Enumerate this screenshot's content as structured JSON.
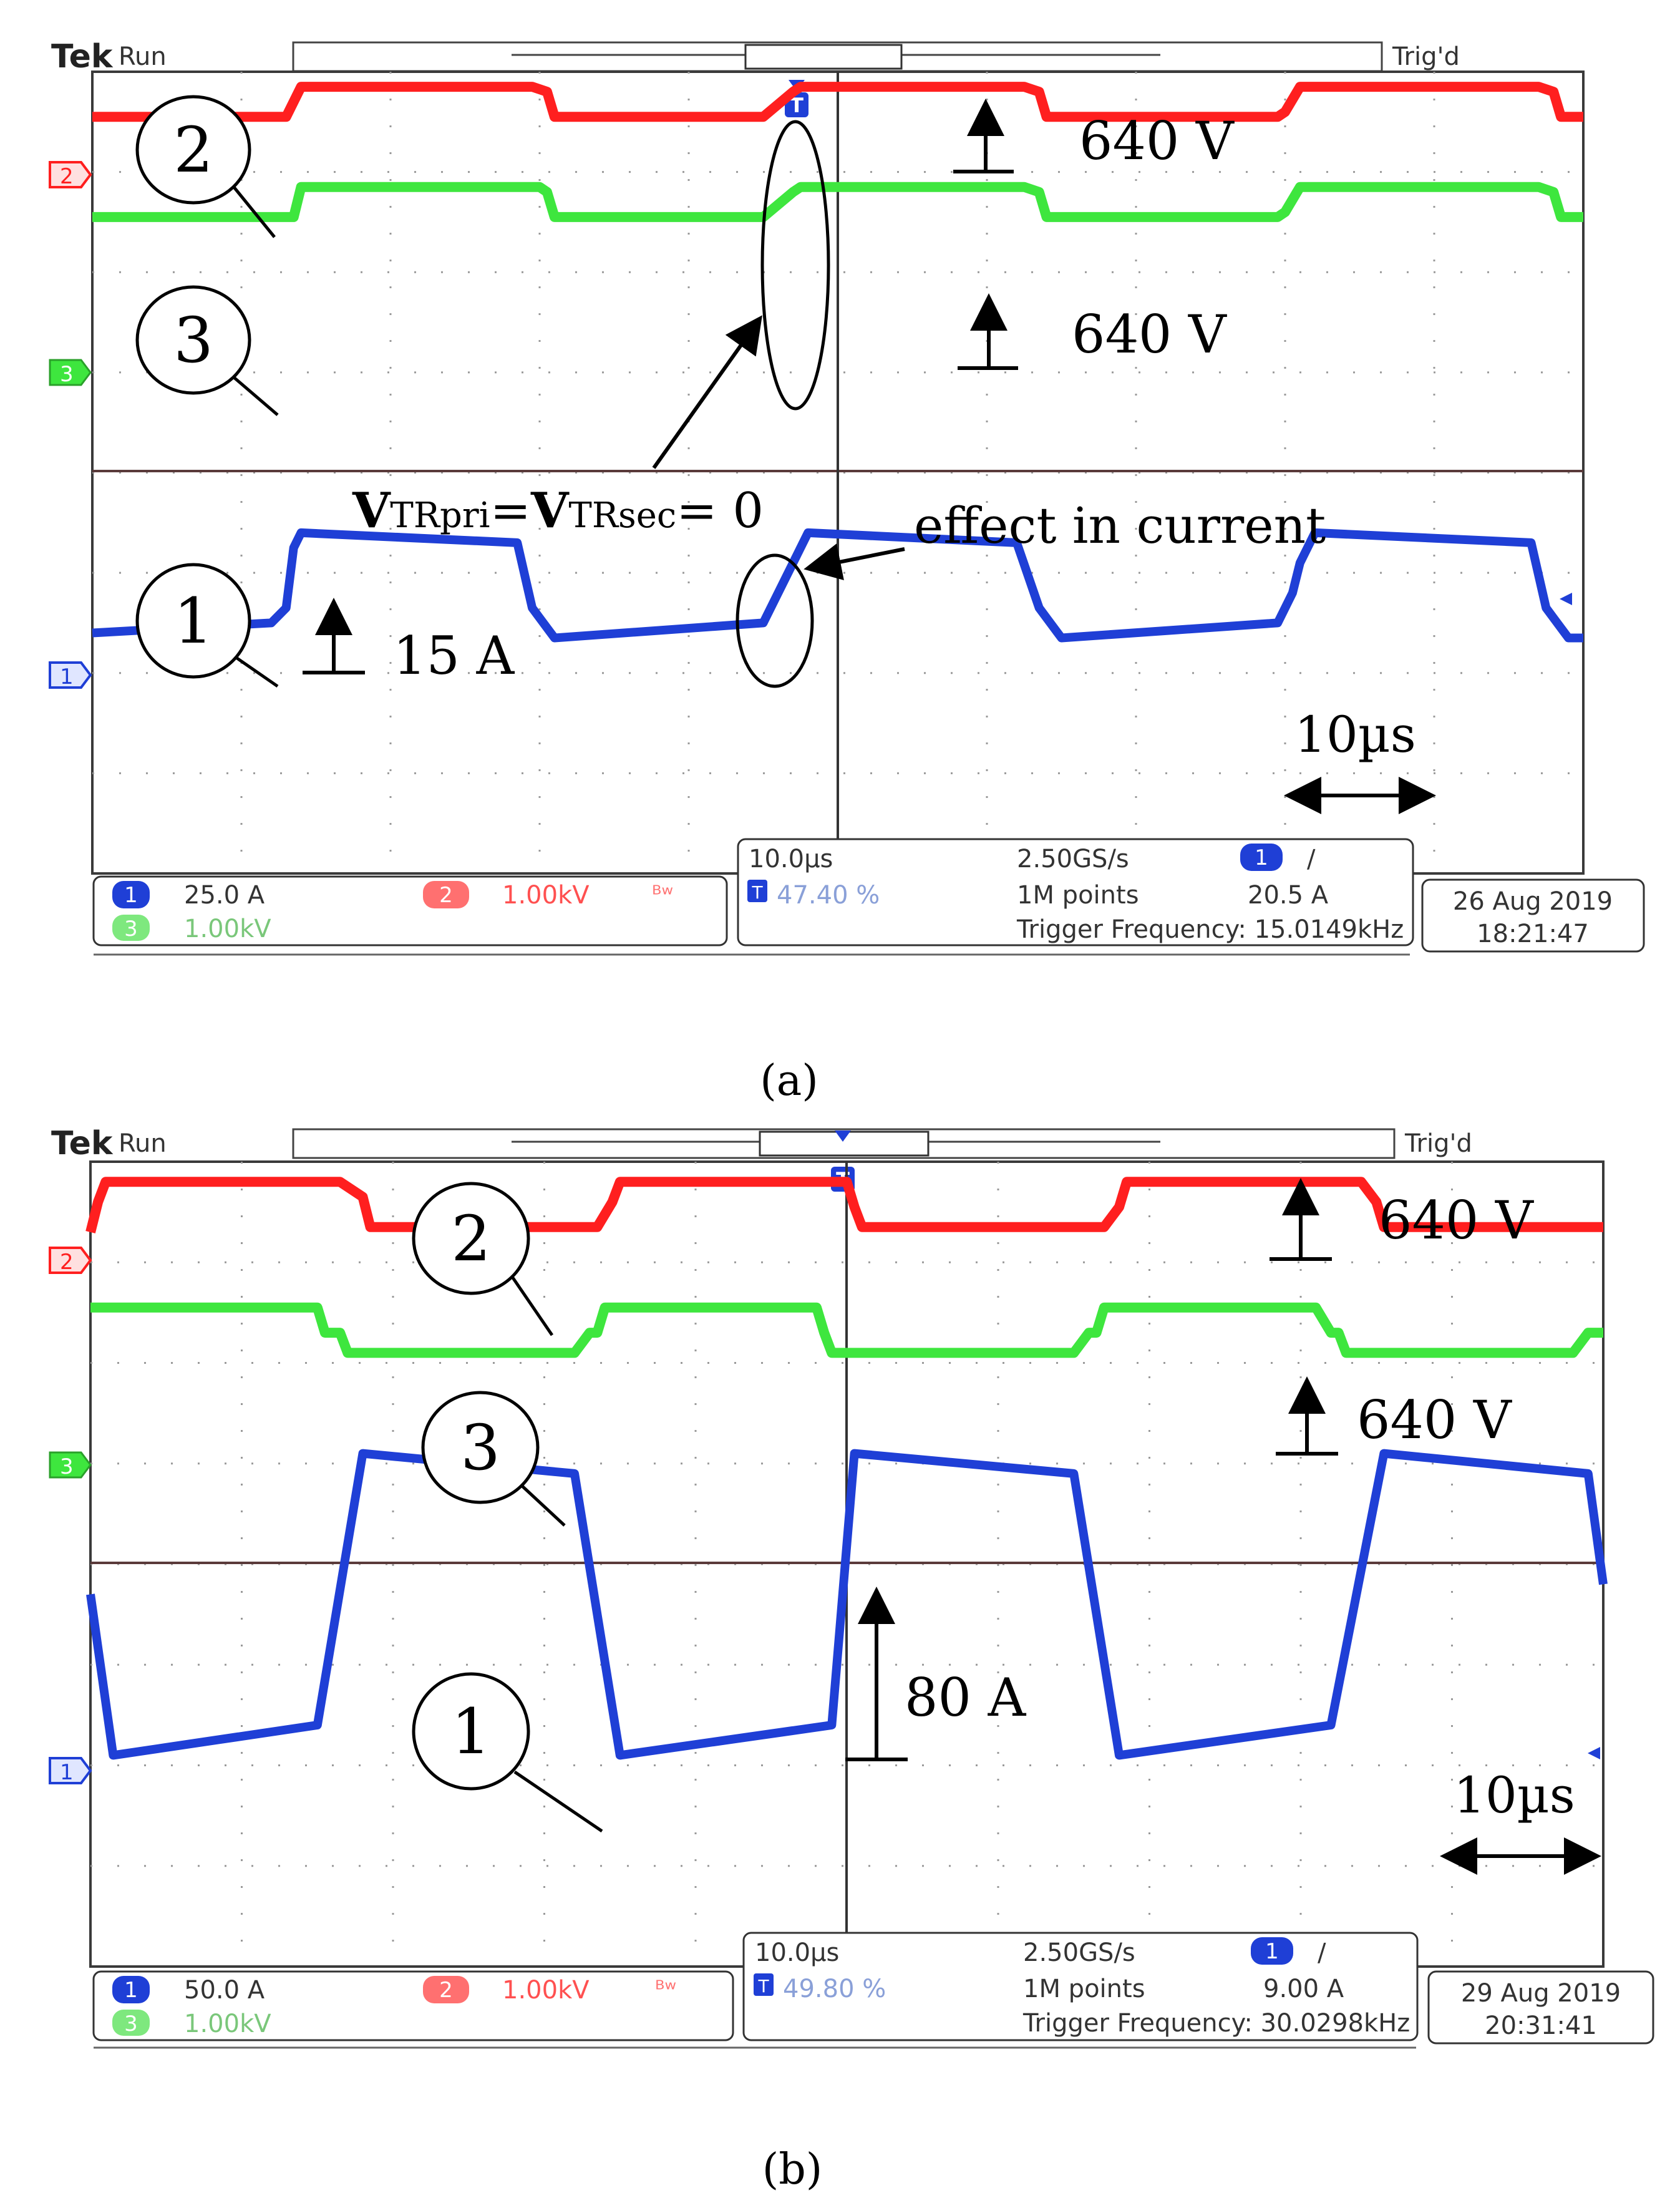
{
  "colors": {
    "ch1": "#1f3fd6",
    "ch2": "#ff1f1f",
    "ch3": "#3ee63e",
    "grid": "#9a9a9a",
    "border": "#3a3a3a",
    "panel": "#333333"
  },
  "chart_data": [
    {
      "type": "line",
      "caption": "(a)",
      "header": {
        "brand": "Tek",
        "mode": "Run",
        "trig_state": "Trig'd"
      },
      "x_divisions": 10,
      "y_divisions": 8,
      "series": [
        {
          "channel": "2",
          "marker": "2",
          "x": [
            0,
            1.2,
            1.3,
            1.4,
            1.45,
            2.85,
            2.95,
            3.05,
            3.1,
            4.5,
            4.7,
            4.75,
            4.8,
            4.9,
            4.95,
            6.25,
            6.35,
            6.4,
            6.55,
            6.65,
            7.95,
            8.0,
            8.1,
            8.2,
            8.3,
            9.7,
            9.8,
            9.85,
            9.9,
            10
          ],
          "y": [
            3.55,
            3.55,
            3.55,
            3.85,
            3.85,
            3.85,
            3.85,
            3.8,
            3.55,
            3.55,
            3.8,
            3.85,
            3.85,
            3.85,
            3.85,
            3.85,
            3.8,
            3.55,
            3.55,
            3.55,
            3.55,
            3.6,
            3.85,
            3.85,
            3.85,
            3.85,
            3.8,
            3.55,
            3.55,
            3.55
          ]
        },
        {
          "channel": "3",
          "marker": "3",
          "x": [
            0,
            1.25,
            1.35,
            1.4,
            1.45,
            2.9,
            3.0,
            3.05,
            3.1,
            4.5,
            4.7,
            4.75,
            4.8,
            4.95,
            5.0,
            6.25,
            6.35,
            6.4,
            6.55,
            6.65,
            7.95,
            8.0,
            8.1,
            8.2,
            8.3,
            9.7,
            9.8,
            9.85,
            9.9,
            10
          ],
          "y": [
            2.55,
            2.55,
            2.55,
            2.85,
            2.85,
            2.85,
            2.85,
            2.8,
            2.55,
            2.55,
            2.8,
            2.85,
            2.85,
            2.85,
            2.85,
            2.85,
            2.8,
            2.55,
            2.55,
            2.55,
            2.55,
            2.6,
            2.85,
            2.85,
            2.85,
            2.85,
            2.8,
            2.55,
            2.55,
            2.55
          ]
        },
        {
          "channel": "1",
          "marker": "1",
          "x": [
            0,
            1.2,
            1.3,
            1.35,
            1.4,
            2.85,
            2.95,
            3.0,
            3.1,
            4.5,
            4.6,
            4.7,
            4.8,
            6.2,
            6.35,
            6.4,
            6.5,
            7.95,
            8.05,
            8.1,
            8.2,
            9.65,
            9.75,
            9.8,
            9.9,
            10
          ],
          "y": [
            -1.6,
            -1.5,
            -1.35,
            -0.75,
            -0.6,
            -0.7,
            -1.35,
            -1.45,
            -1.65,
            -1.5,
            -1.2,
            -0.9,
            -0.6,
            -0.7,
            -1.35,
            -1.45,
            -1.65,
            -1.5,
            -1.2,
            -0.9,
            -0.6,
            -0.7,
            -1.35,
            -1.45,
            -1.65,
            -1.65
          ]
        }
      ],
      "annotations": {
        "v2": "640 V",
        "v3": "640 V",
        "i1": "15 A",
        "zero_base": "V",
        "zero_sub1": "TRpri",
        "zero_eq": "=",
        "zero_base2": "V",
        "zero_sub2": "TRsec",
        "zero_tail": "= 0",
        "effect": "effect in current",
        "time": "10µs"
      },
      "readout": {
        "ch1_scale": "25.0 A",
        "ch2_scale": "1.00kV",
        "ch3_scale": "1.00kV",
        "timebase": "10.0µs",
        "trig_pos": "47.40 %",
        "sample_rate": "2.50GS/s",
        "points": "1M points",
        "trig_level": "20.5 A",
        "trig_freq": "Trigger Frequency: 15.0149kHz",
        "date": "26 Aug  2019",
        "time": "18:21:47"
      }
    },
    {
      "type": "line",
      "caption": "(b)",
      "header": {
        "brand": "Tek",
        "mode": "Run",
        "trig_state": "Trig'd"
      },
      "x_divisions": 10,
      "y_divisions": 8,
      "series": [
        {
          "channel": "2",
          "marker": "2",
          "x": [
            0,
            0.05,
            0.1,
            0.15,
            1.65,
            1.8,
            1.85,
            1.95,
            3.35,
            3.45,
            3.5,
            3.55,
            3.6,
            5.0,
            5.05,
            5.1,
            5.2,
            5.3,
            6.7,
            6.8,
            6.85,
            6.9,
            7.0,
            8.4,
            8.5,
            8.55,
            8.6,
            8.7,
            10
          ],
          "y": [
            3.3,
            3.6,
            3.8,
            3.8,
            3.8,
            3.65,
            3.35,
            3.35,
            3.35,
            3.6,
            3.8,
            3.8,
            3.8,
            3.8,
            3.55,
            3.35,
            3.35,
            3.35,
            3.35,
            3.55,
            3.8,
            3.8,
            3.8,
            3.8,
            3.6,
            3.35,
            3.35,
            3.35,
            3.35
          ]
        },
        {
          "channel": "3",
          "marker": "3",
          "x": [
            0,
            1.5,
            1.55,
            1.65,
            1.7,
            3.2,
            3.3,
            3.35,
            3.4,
            4.8,
            4.85,
            4.9,
            5.0,
            6.5,
            6.6,
            6.65,
            6.7,
            8.1,
            8.2,
            8.25,
            8.3,
            9.8,
            9.9,
            10
          ],
          "y": [
            2.55,
            2.55,
            2.3,
            2.3,
            2.1,
            2.1,
            2.3,
            2.3,
            2.55,
            2.55,
            2.3,
            2.1,
            2.1,
            2.1,
            2.3,
            2.3,
            2.55,
            2.55,
            2.3,
            2.3,
            2.1,
            2.1,
            2.3,
            2.3
          ]
        },
        {
          "channel": "1",
          "marker": "1",
          "x": [
            0,
            0.15,
            1.5,
            1.8,
            3.2,
            3.5,
            4.9,
            5.05,
            6.5,
            6.8,
            8.2,
            8.55,
            9.9,
            10
          ],
          "y": [
            -0.3,
            -1.9,
            -1.6,
            1.1,
            0.9,
            -1.9,
            -1.6,
            1.1,
            0.9,
            -1.9,
            -1.6,
            1.1,
            0.9,
            -0.2
          ]
        }
      ],
      "annotations": {
        "v2": "640 V",
        "v3": "640 V",
        "i1": "80 A",
        "time": "10µs"
      },
      "readout": {
        "ch1_scale": "50.0 A",
        "ch2_scale": "1.00kV",
        "ch3_scale": "1.00kV",
        "timebase": "10.0µs",
        "trig_pos": "49.80 %",
        "sample_rate": "2.50GS/s",
        "points": "1M points",
        "trig_level": "9.00 A",
        "trig_freq": "Trigger Frequency: 30.0298kHz",
        "date": "29 Aug  2019",
        "time": "20:31:41"
      }
    }
  ]
}
